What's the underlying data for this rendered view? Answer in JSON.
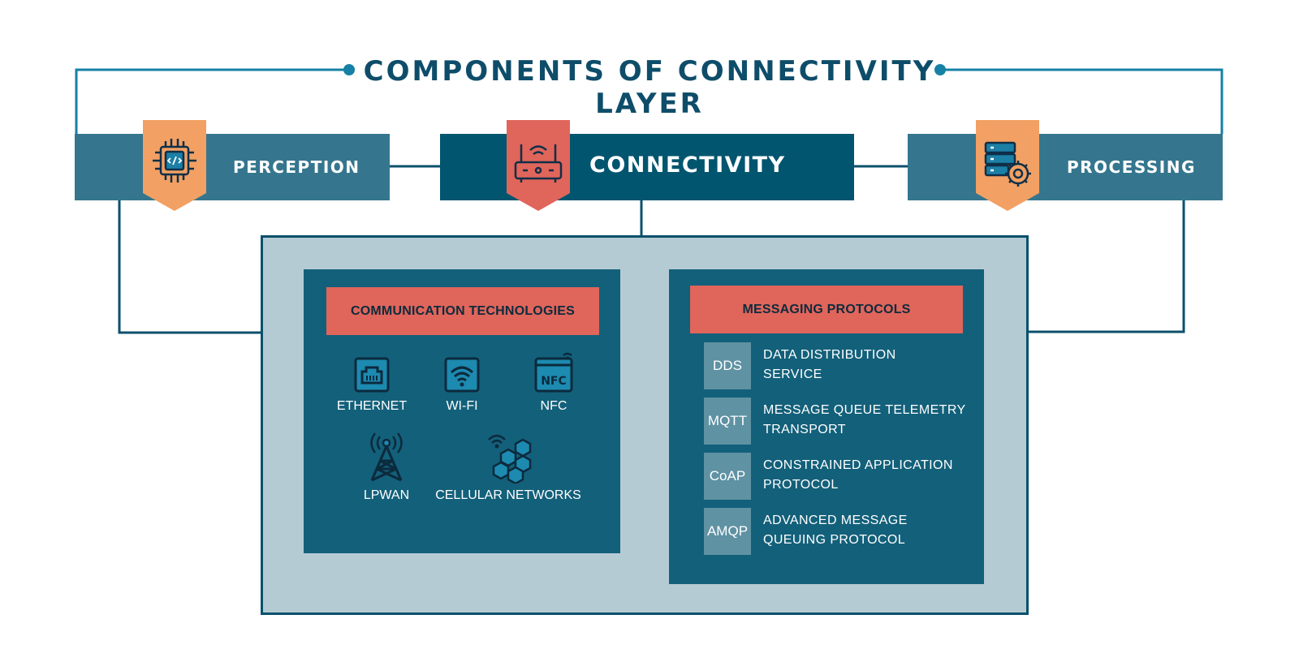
{
  "title": {
    "line1": "COMPONENTS OF CONNECTIVITY",
    "line2": "LAYER"
  },
  "layers": {
    "perception": {
      "label": "PERCEPTION",
      "icon": "cpu-chip-icon",
      "ribbon_color": "#f2a063"
    },
    "connectivity": {
      "label": "CONNECTIVITY",
      "icon": "router-icon",
      "ribbon_color": "#e0655b"
    },
    "processing": {
      "label": "PROCESSING",
      "icon": "server-gear-icon",
      "ribbon_color": "#f2a063"
    }
  },
  "communication": {
    "title": "COMMUNICATION TECHNOLOGIES",
    "items": [
      {
        "label": "ETHERNET",
        "icon": "ethernet-port-icon"
      },
      {
        "label": "WI-FI",
        "icon": "wifi-icon"
      },
      {
        "label": "NFC",
        "icon": "nfc-icon"
      },
      {
        "label": "LPWAN",
        "icon": "antenna-tower-icon"
      },
      {
        "label": "CELLULAR NETWORKS",
        "icon": "cellular-hexagon-icon"
      }
    ]
  },
  "messaging": {
    "title": "MESSAGING PROTOCOLS",
    "protocols": [
      {
        "abbr": "DDS",
        "line1": "DATA DISTRIBUTION",
        "line2": "SERVICE"
      },
      {
        "abbr": "MQTT",
        "line1": "MESSAGE QUEUE TELEMETRY",
        "line2": "TRANSPORT"
      },
      {
        "abbr": "CoAP",
        "line1": "CONSTRAINED APPLICATION",
        "line2": "PROTOCOL"
      },
      {
        "abbr": "AMQP",
        "line1": "ADVANCED MESSAGE",
        "line2": "QUEUING PROTOCOL"
      }
    ]
  },
  "colors": {
    "dark_navy": "#0e4d6a",
    "box_side": "#35768e",
    "box_main": "#02556f",
    "panel": "#13607a",
    "outer_bg": "#b5cbd3",
    "accent_orange": "#f2a063",
    "accent_red": "#e0655b",
    "abbr_bg": "#5f92a3",
    "line_teal": "#1680a6"
  }
}
